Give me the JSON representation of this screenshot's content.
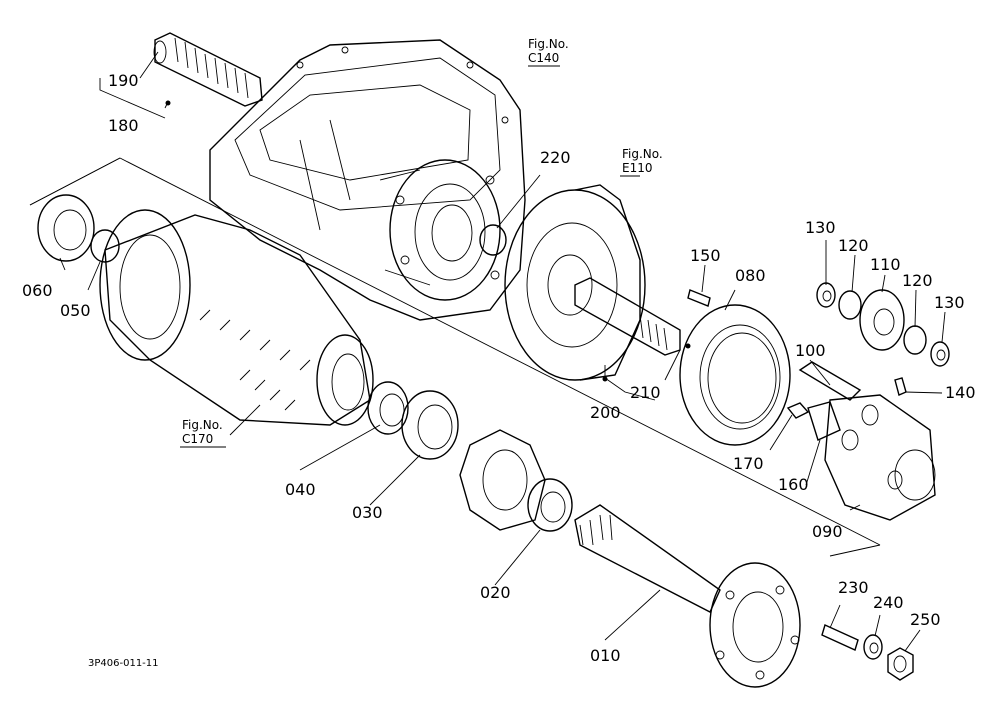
{
  "diagram": {
    "callouts": [
      {
        "id": "010",
        "text": "010"
      },
      {
        "id": "020",
        "text": "020"
      },
      {
        "id": "030",
        "text": "030"
      },
      {
        "id": "040",
        "text": "040"
      },
      {
        "id": "050",
        "text": "050"
      },
      {
        "id": "060",
        "text": "060"
      },
      {
        "id": "080",
        "text": "080"
      },
      {
        "id": "090",
        "text": "090"
      },
      {
        "id": "100",
        "text": "100"
      },
      {
        "id": "110",
        "text": "110"
      },
      {
        "id": "120a",
        "text": "120"
      },
      {
        "id": "120b",
        "text": "120"
      },
      {
        "id": "130a",
        "text": "130"
      },
      {
        "id": "130b",
        "text": "130"
      },
      {
        "id": "140",
        "text": "140"
      },
      {
        "id": "150",
        "text": "150"
      },
      {
        "id": "160",
        "text": "160"
      },
      {
        "id": "170",
        "text": "170"
      },
      {
        "id": "180",
        "text": "180"
      },
      {
        "id": "190",
        "text": "190"
      },
      {
        "id": "200",
        "text": "200"
      },
      {
        "id": "210",
        "text": "210"
      },
      {
        "id": "220",
        "text": "220"
      },
      {
        "id": "230",
        "text": "230"
      },
      {
        "id": "240",
        "text": "240"
      },
      {
        "id": "250",
        "text": "250"
      }
    ],
    "figure_refs": [
      {
        "id": "c140",
        "line1": "Fig.No.",
        "line2": "C140"
      },
      {
        "id": "e110",
        "line1": "Fig.No.",
        "line2": "E110"
      },
      {
        "id": "c170",
        "line1": "Fig.No.",
        "line2": "C170"
      }
    ],
    "drawing_code": "3P406-011-11"
  }
}
